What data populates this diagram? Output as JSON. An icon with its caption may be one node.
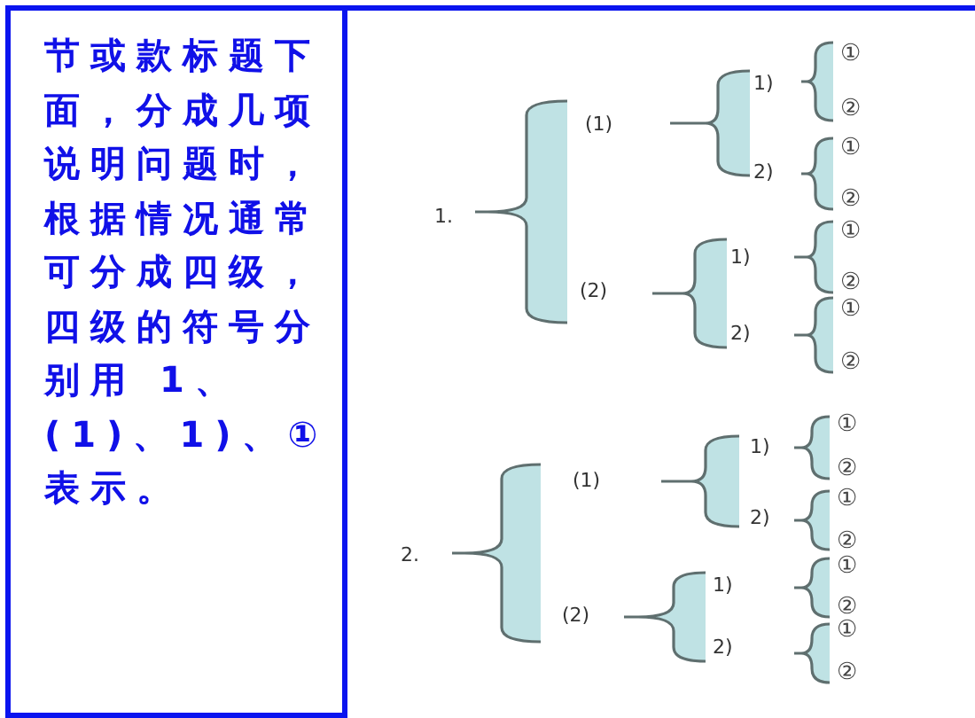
{
  "diagram": {
    "nodes": [
      {
        "text": [
          "节或款标题下面，分成几项说明问题时，根据情况通常可分成四级，四级的符号分别用 1、(1)、1)、①表示。"
        ]
      }
    ],
    "labels": [
      "1.",
      "(1)",
      "1)",
      "①",
      "②",
      "2)",
      "①",
      "②",
      "(2)",
      "1)",
      "①",
      "②",
      "2)",
      "①",
      "②",
      "2.",
      "(1)",
      "1)",
      "①",
      "②",
      "2)",
      "①",
      "②",
      "(2)",
      "1)",
      "①",
      "②",
      "2)",
      "①",
      "②"
    ]
  }
}
